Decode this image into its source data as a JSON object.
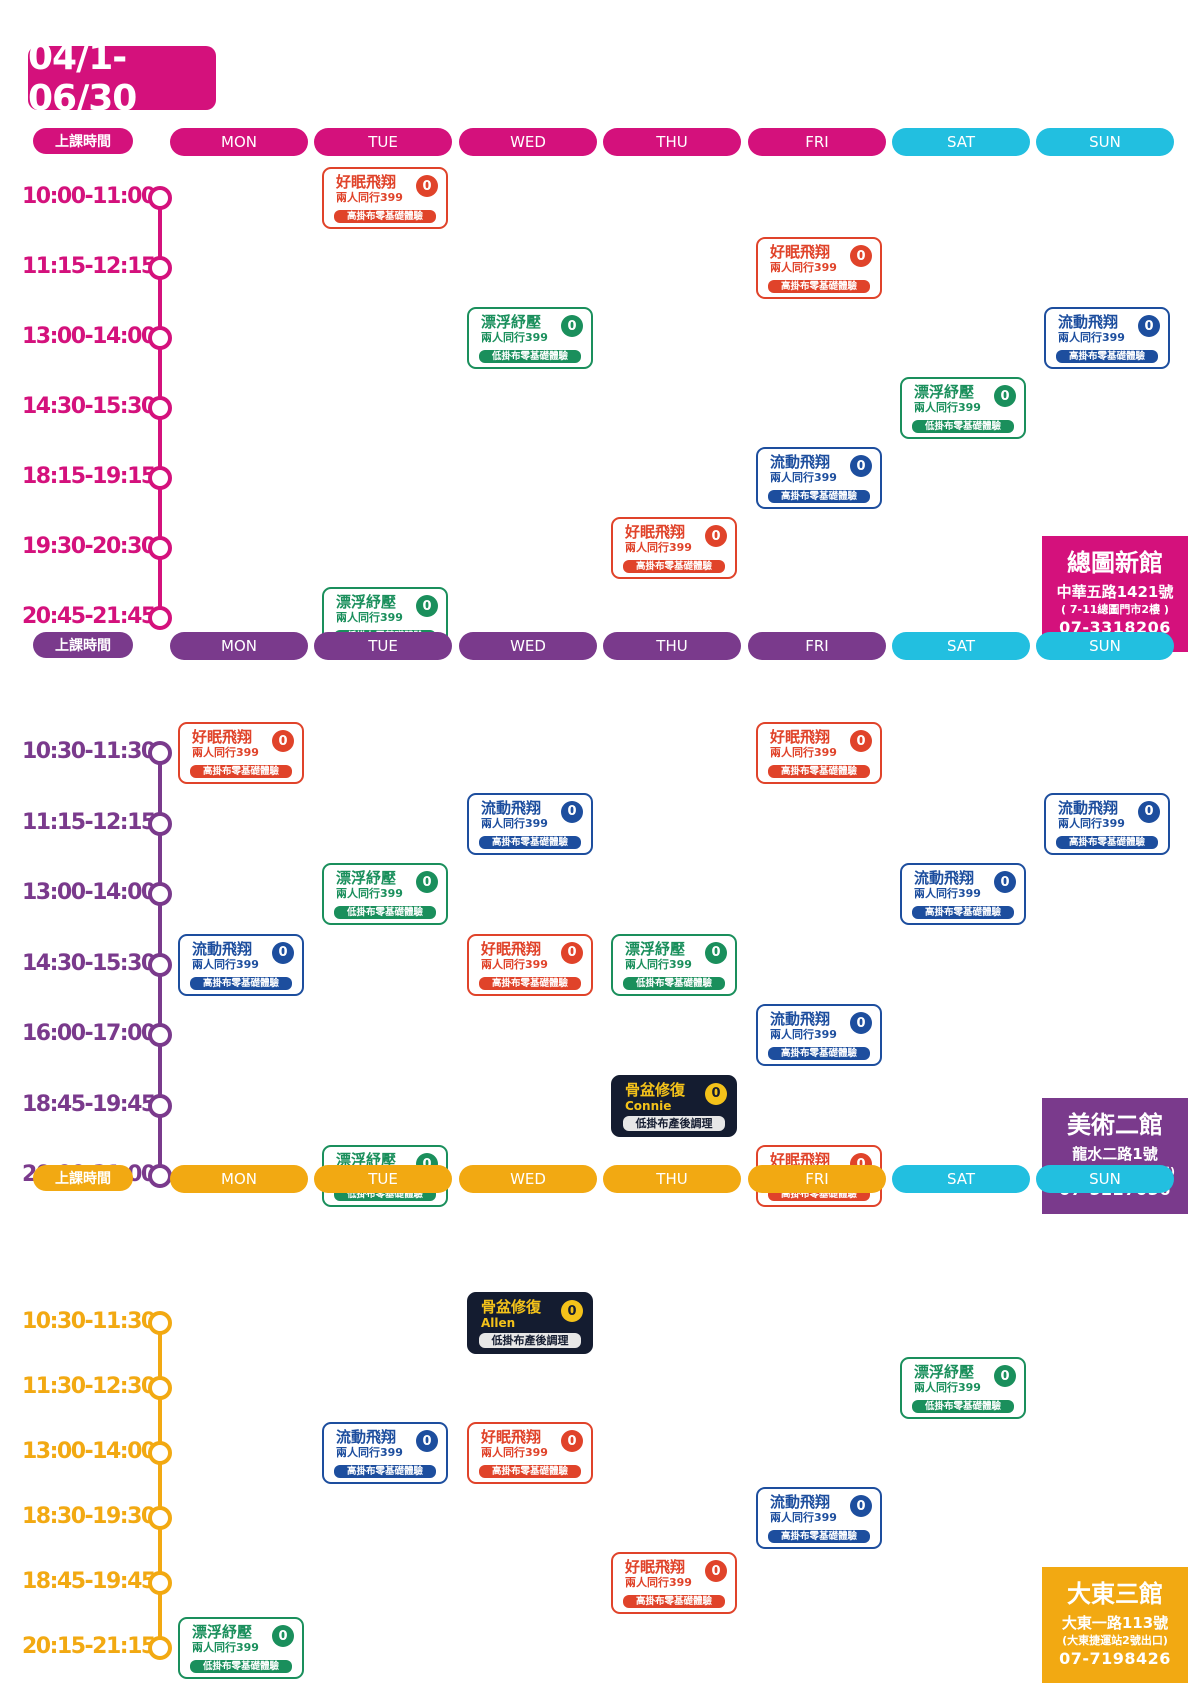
{
  "date_range": "04/1-06/30",
  "days": [
    "MON",
    "TUE",
    "WED",
    "THU",
    "FRI",
    "SAT",
    "SUN"
  ],
  "header_label": "上課時間",
  "colors": {
    "pink": "#d4117c",
    "purple": "#7a3a8c",
    "orange": "#f2a912",
    "weekend": "#22bfe0",
    "red": "#e0432a",
    "green": "#1a8f5c",
    "blue": "#1d4e9e",
    "dark": "#141c30"
  },
  "class_types": {
    "sleep": {
      "title": "好眠飛翔",
      "sub": "兩人同行399",
      "tag": "高掛布零基礎體驗",
      "color": "red"
    },
    "float": {
      "title": "漂浮紓壓",
      "sub": "兩人同行399",
      "tag": "低掛布零基礎體驗",
      "color": "green"
    },
    "flow": {
      "title": "流動飛翔",
      "sub": "兩人同行399",
      "tag": "高掛布零基礎體驗",
      "color": "blue"
    },
    "pelvic": {
      "title": "骨盆修復",
      "tag": "低掛布產後調理",
      "color": "dark"
    }
  },
  "count_label": "0",
  "sections": [
    {
      "theme": "pink",
      "branch": {
        "name": "總圖新館",
        "address": "中華五路1421號",
        "note": "( 7-11總圖門市2樓 )",
        "phone": "07-3318206"
      },
      "slots": [
        "10:00-11:00",
        "11:15-12:15",
        "13:00-14:00",
        "14:30-15:30",
        "18:15-19:15",
        "19:30-20:30",
        "20:45-21:45"
      ],
      "classes": [
        {
          "slot": 0,
          "day": 1,
          "type": "sleep"
        },
        {
          "slot": 1,
          "day": 4,
          "type": "sleep"
        },
        {
          "slot": 2,
          "day": 2,
          "type": "float"
        },
        {
          "slot": 2,
          "day": 6,
          "type": "flow"
        },
        {
          "slot": 3,
          "day": 5,
          "type": "float"
        },
        {
          "slot": 4,
          "day": 4,
          "type": "flow"
        },
        {
          "slot": 5,
          "day": 3,
          "type": "sleep"
        },
        {
          "slot": 6,
          "day": 1,
          "type": "float"
        }
      ]
    },
    {
      "theme": "purple",
      "branch": {
        "name": "美術二館",
        "address": "龍水二路1號",
        "note": "(美術南二路河西一路口)",
        "phone": "07-5227056"
      },
      "slots": [
        "10:30-11:30",
        "11:15-12:15",
        "13:00-14:00",
        "14:30-15:30",
        "16:00-17:00",
        "18:45-19:45",
        "20:00-21:00"
      ],
      "classes": [
        {
          "slot": 0,
          "day": 0,
          "type": "sleep"
        },
        {
          "slot": 0,
          "day": 4,
          "type": "sleep"
        },
        {
          "slot": 1,
          "day": 2,
          "type": "flow"
        },
        {
          "slot": 1,
          "day": 6,
          "type": "flow"
        },
        {
          "slot": 2,
          "day": 1,
          "type": "float"
        },
        {
          "slot": 2,
          "day": 5,
          "type": "flow"
        },
        {
          "slot": 3,
          "day": 0,
          "type": "flow"
        },
        {
          "slot": 3,
          "day": 2,
          "type": "sleep"
        },
        {
          "slot": 3,
          "day": 3,
          "type": "float"
        },
        {
          "slot": 4,
          "day": 4,
          "type": "flow"
        },
        {
          "slot": 5,
          "day": 3,
          "type": "pelvic",
          "sub": "Connie"
        },
        {
          "slot": 6,
          "day": 1,
          "type": "float"
        },
        {
          "slot": 6,
          "day": 4,
          "type": "sleep"
        }
      ]
    },
    {
      "theme": "orange",
      "branch": {
        "name": "大東三館",
        "address": "大東一路113號",
        "note": "(大東捷運站2號出口)",
        "phone": "07-7198426"
      },
      "slots": [
        "10:30-11:30",
        "11:30-12:30",
        "13:00-14:00",
        "18:30-19:30",
        "18:45-19:45",
        "20:15-21:15"
      ],
      "classes": [
        {
          "slot": 0,
          "day": 2,
          "type": "pelvic",
          "sub": "Allen"
        },
        {
          "slot": 1,
          "day": 5,
          "type": "float"
        },
        {
          "slot": 2,
          "day": 1,
          "type": "flow"
        },
        {
          "slot": 2,
          "day": 2,
          "type": "sleep"
        },
        {
          "slot": 3,
          "day": 4,
          "type": "flow"
        },
        {
          "slot": 4,
          "day": 3,
          "type": "sleep"
        },
        {
          "slot": 5,
          "day": 0,
          "type": "float"
        }
      ]
    }
  ]
}
